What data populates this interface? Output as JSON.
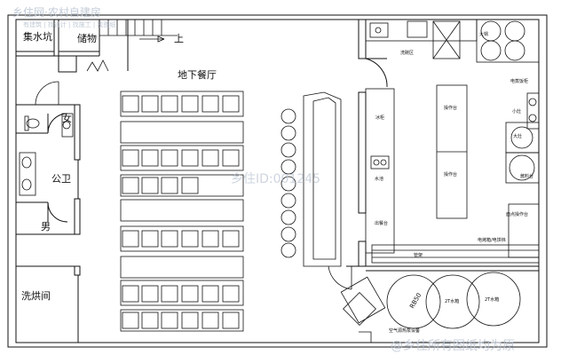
{
  "watermarks": {
    "top_left_line1": "乡住网·农村自建房",
    "top_left_line2": "有建筑 | 找设计 | 找施工 | 找图纸",
    "center": "乡住ID:001245",
    "bottom_right": "@乡住所有图纸均为原"
  },
  "rooms": {
    "sump": "集水坑",
    "storage": "储物",
    "stair_up": "上",
    "dining_hall": "地下餐厅",
    "female": "女",
    "public_toilet": "公卫",
    "male": "男",
    "laundry_room": "洗烘间"
  },
  "kitchen": {
    "big_cauldron": "大锅",
    "dish_washing": "洗碗区",
    "rice_steamer": "电蒸饭柜",
    "small_stove": "小灶",
    "big_stove": "大灶",
    "sauce_table": "酱料台",
    "refrigerator": "冰柜",
    "prep_table_1": "操作台",
    "prep_table_2": "操作台",
    "sink": "水池",
    "pastry_table": "面点操作台",
    "serving_table": "出餐台",
    "oven_steamer": "电烤箱/电饼铛",
    "counter": "管架",
    "water_tank_1": "2T水箱",
    "water_tank_2": "2T水箱",
    "tank_label": "RB50",
    "air_source_equipment": "空气源热泵设备"
  }
}
